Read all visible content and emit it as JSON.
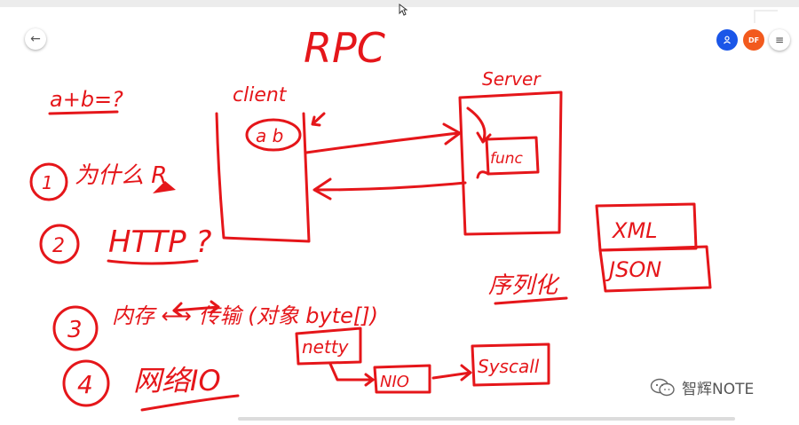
{
  "toolbar": {
    "avatars": [
      {
        "initials": "",
        "color": "#1a56e8"
      },
      {
        "initials": "DF",
        "color": "#f25a1d"
      }
    ],
    "menu_glyph": "≡"
  },
  "board": {
    "ink_color": "#e5161a",
    "title": "RPC",
    "question": "a+b=?",
    "client_label": "client",
    "client_vars": "a b",
    "server_label": "Server",
    "func_label": "func",
    "items": [
      {
        "num": "1",
        "text": "为什么 R"
      },
      {
        "num": "2",
        "text": "HTTP ?"
      },
      {
        "num": "3",
        "text": "内存 ⟷ 传输 (对象 byte[])"
      },
      {
        "num": "4",
        "text": "网络IO"
      }
    ],
    "serialize_label": "序列化",
    "formats": [
      "XML",
      "JSON"
    ],
    "flow": [
      "netty",
      "NIO",
      "Syscall"
    ]
  },
  "watermark": {
    "text": "智辉NOTE"
  },
  "icons": {
    "back": "arrow-left-icon",
    "cursor": "mouse-pointer-icon",
    "menu": "menu-icon",
    "watermark": "wechat-icon"
  }
}
